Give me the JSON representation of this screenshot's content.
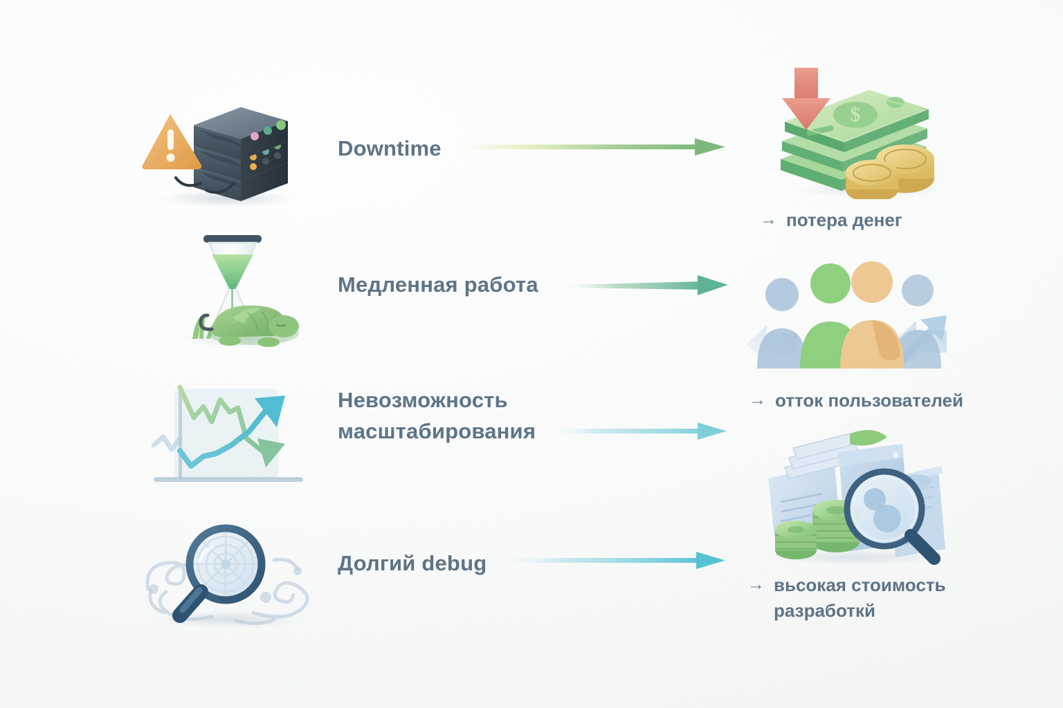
{
  "background": {
    "color": "#fbfcfc",
    "tint": "#f4f6f6"
  },
  "theme": {
    "text_color": "#5d7487",
    "arrow_green": "#7cb87c",
    "arrow_teal_green": "#5fb395",
    "arrow_cyan": "#7fcfdb",
    "arrow_cyan_dark": "#56c3d4",
    "warning_orange": "#e9a94f",
    "money_green": "#9ed88f",
    "server_slate": "#3d4b57",
    "alert_red": "#e08a7d"
  },
  "flow": {
    "rows": [
      {
        "id": "downtime",
        "cause_label": "Downtime",
        "cause_icon": "server-stack-warning-icon",
        "arrow_color": "#7cb87c",
        "effect_label": "потера денег",
        "effect_glyph": "→",
        "effect_icon": "money-stack-down-arrow-icon"
      },
      {
        "id": "slow-work",
        "cause_label": "Медленная работа",
        "cause_icon": "hourglass-sleeping-turtle-icon",
        "arrow_color": "#5fb395",
        "effect_label": "отток пользователей",
        "effect_glyph": "→",
        "effect_icon": "people-leaving-arrows-icon"
      },
      {
        "id": "no-scaling",
        "cause_label": "Невозможность\nмасштабирования",
        "cause_icon": "crossing-trend-chart-icon",
        "arrow_color": "#7fcfdb",
        "effect_label": "вьсокая стоимость\nразработкй",
        "effect_glyph": "→",
        "effect_icon": "documents-coins-magnifier-icon"
      },
      {
        "id": "long-debug",
        "cause_label": "Долгий debug",
        "cause_icon": "magnifier-tangled-lines-icon",
        "arrow_color": "#56c3d4",
        "effect_label": "",
        "effect_glyph": "",
        "effect_icon": ""
      }
    ]
  }
}
